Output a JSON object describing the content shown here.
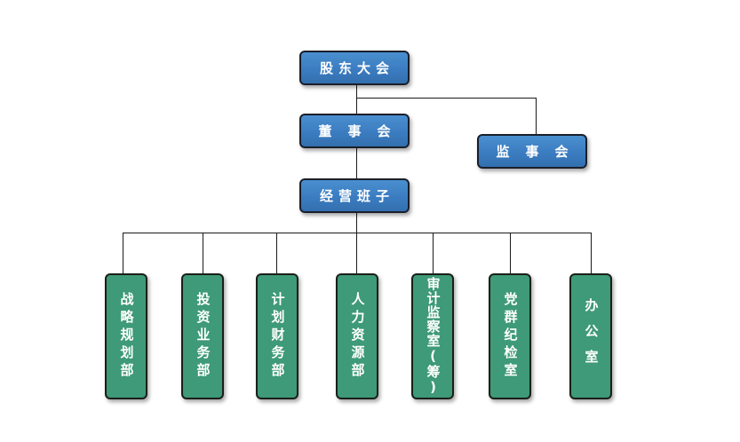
{
  "chart": {
    "top": {
      "label": "股东大会"
    },
    "board": {
      "label": "董事会"
    },
    "supervisors": {
      "label": "监事会"
    },
    "management": {
      "label": "经营班子"
    },
    "departments": [
      {
        "label": "战略规划部"
      },
      {
        "label": "投资业务部"
      },
      {
        "label": "计划财务部"
      },
      {
        "label": "人力资源部"
      },
      {
        "label": "审计监察室(筹)"
      },
      {
        "label": "党群纪检室"
      },
      {
        "label": "办公室"
      }
    ]
  },
  "colors": {
    "upper_box": "#3a7bbf",
    "department_box": "#3e9a78",
    "connector": "#1a1a1a"
  }
}
